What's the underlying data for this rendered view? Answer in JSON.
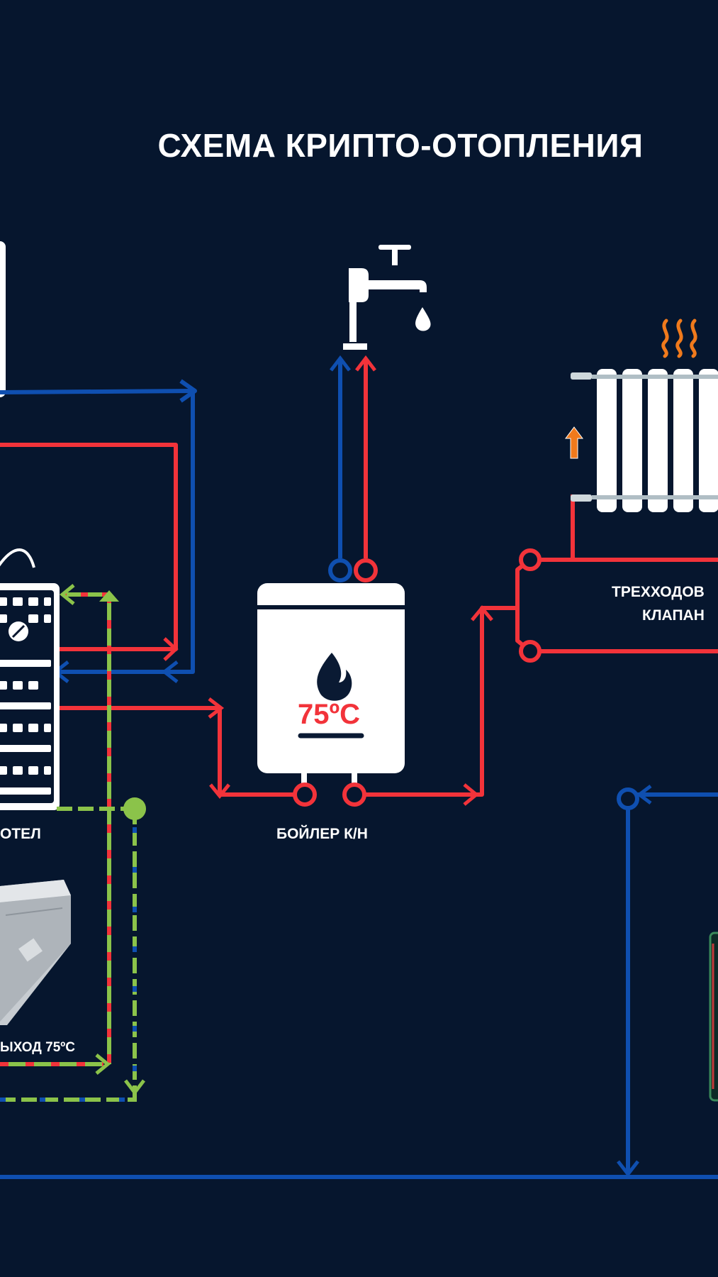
{
  "diagram": {
    "title": "СХЕМА КРИПТО-ОТОПЛЕНИЯ",
    "labels": {
      "kotel": "ОТЕЛ",
      "boiler": "БОЙЛЕР К/Н",
      "valve_line1": "ТРЕХХОДОВ",
      "valve_line2": "КЛАПАН",
      "output": "ЫХОД 75ºС"
    },
    "boiler_temperature": "75ºC"
  },
  "colors": {
    "background": "#06162e",
    "hot_pipe": "#f2333a",
    "cold_pipe": "#0f4fb0",
    "glycol_pipe": "#8bc34a",
    "heat_waves": "#f07a1c",
    "device": "#ffffff"
  },
  "icons": [
    "water-tap-icon",
    "water-drop-icon",
    "flame-icon",
    "radiator-icon",
    "heat-waves-icon",
    "up-arrow-icon",
    "boiler-kotel-icon",
    "asic-miner-icon"
  ]
}
